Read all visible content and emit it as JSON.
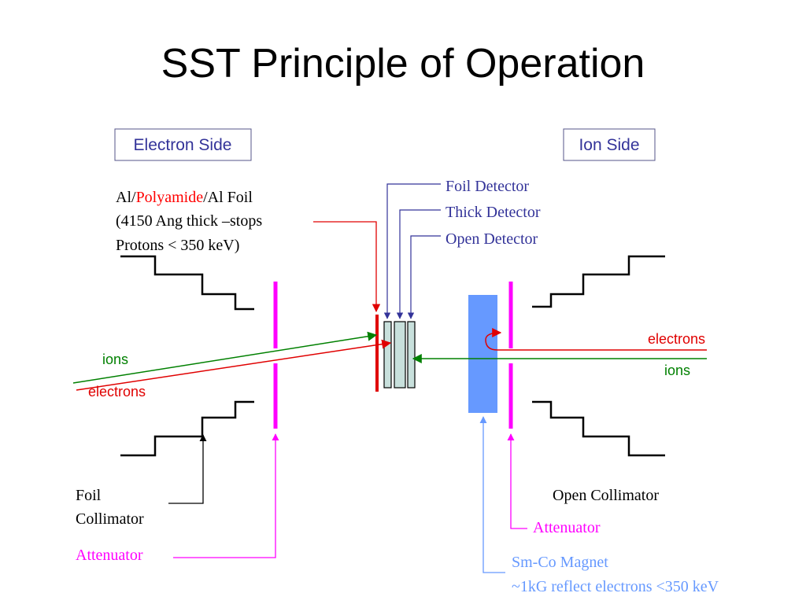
{
  "title": "SST Principle of Operation",
  "side_labels": {
    "electron_side": "Electron Side",
    "ion_side": "Ion Side"
  },
  "foil_label": {
    "prefix": "Al/",
    "highlight": "Polyamide",
    "suffix": "/Al Foil",
    "line2": "(4150 Ang thick –stops",
    "line3": "Protons < 350 keV)"
  },
  "detectors": {
    "foil": "Foil Detector",
    "thick": "Thick Detector",
    "open": "Open Detector"
  },
  "left_particles": {
    "ions": "ions",
    "electrons": "electrons"
  },
  "right_particles": {
    "electrons": "electrons",
    "ions": "ions"
  },
  "foil_collimator": {
    "line1": "Foil",
    "line2": "Collimator"
  },
  "open_collimator": "Open Collimator",
  "attenuator_left": "Attenuator",
  "attenuator_right": "Attenuator",
  "magnet": {
    "line1": "Sm-Co Magnet",
    "line2": "~1kG reflect electrons <350 keV"
  },
  "colors": {
    "ions": "#008000",
    "electrons": "#e00000",
    "attenuator": "#ff00ff",
    "magnet": "#6699ff",
    "callout": "#333399",
    "detector_fill": "#c8e0dc",
    "polyamide": "#ff0000"
  }
}
